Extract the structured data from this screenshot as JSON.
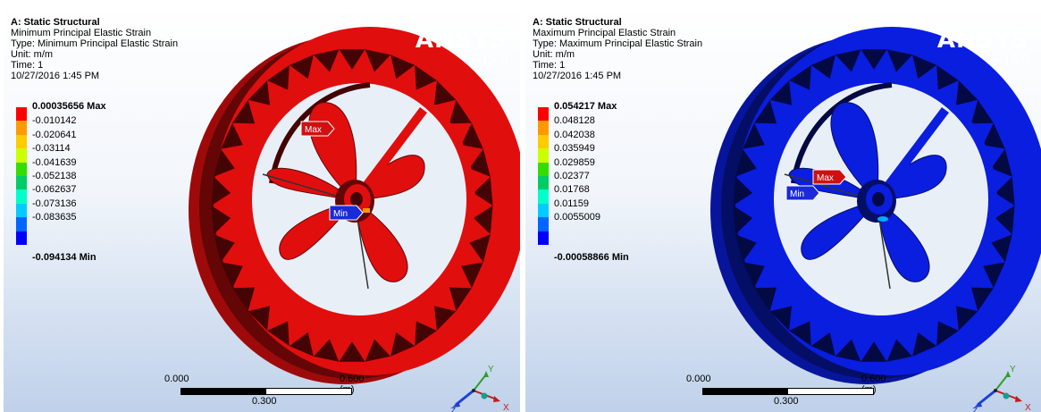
{
  "panels": [
    {
      "title": "A: Static Structural",
      "result": "Minimum Principal Elastic Strain",
      "type": "Type: Minimum Principal Elastic Strain",
      "unit": "Unit: m/m",
      "time": "Time: 1",
      "date": "10/27/2016 1:45 PM",
      "legend_max": "0.00035656 Max",
      "legend_values": [
        "-0.010142",
        "-0.020641",
        "-0.03114",
        "-0.041639",
        "-0.052138",
        "-0.062637",
        "-0.073136",
        "-0.083635"
      ],
      "legend_min": "-0.094134 Min",
      "colors": [
        "#ff0000",
        "#ff9900",
        "#ffcc00",
        "#ccff00",
        "#33dd00",
        "#00cc66",
        "#00ffcc",
        "#00ccff",
        "#0066ff",
        "#0000ff"
      ],
      "model_color": "#e10e0e",
      "probe_max": "Max",
      "probe_min": "Min"
    },
    {
      "title": "A: Static Structural",
      "result": "Maximum Principal Elastic Strain",
      "type": "Type: Maximum Principal Elastic Strain",
      "unit": "Unit: m/m",
      "time": "Time: 1",
      "date": "10/27/2016 1:45 PM",
      "legend_max": "0.054217 Max",
      "legend_values": [
        "0.048128",
        "0.042038",
        "0.035949",
        "0.029859",
        "0.02377",
        "0.01768",
        "0.01159",
        "0.0055009"
      ],
      "legend_min": "-0.00058866 Min",
      "colors": [
        "#ff0000",
        "#ff9900",
        "#ffcc00",
        "#ccff00",
        "#33dd00",
        "#00cc66",
        "#00ffcc",
        "#00ccff",
        "#0066ff",
        "#0000ff"
      ],
      "model_color": "#0a1ee0",
      "probe_max": "Max",
      "probe_min": "Min"
    }
  ],
  "brand": {
    "name": "ANSYS",
    "version": "R15.0"
  },
  "scale": {
    "left": "0.000",
    "right": "0.600 (m)",
    "mid": "0.300"
  },
  "triad": {
    "x": "X",
    "y": "Y",
    "z": "Z"
  },
  "icons": [
    "triad-icon",
    "probe-max-flag",
    "probe-min-flag"
  ]
}
